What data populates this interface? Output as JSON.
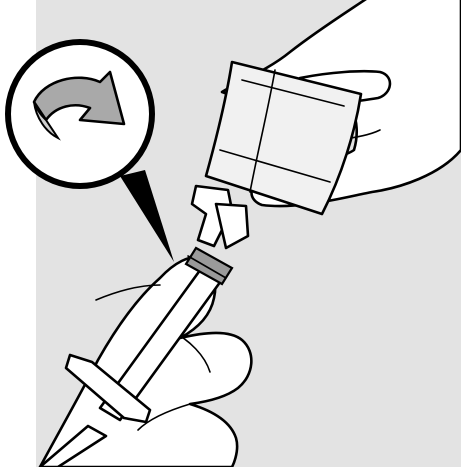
{
  "figure": {
    "colors": {
      "background_panel": "#e3e3e3",
      "outline": "#000000",
      "glove": "#ffffff",
      "cap_cover": "#f1f1f1",
      "arrow": "#a9a9a9",
      "syringe_collar": "#9a9a9a"
    },
    "icons": [
      "twist-cap-arrow-icon",
      "left-hand",
      "right-hand",
      "prefilled-syringe",
      "needle-cap",
      "callout-circle"
    ]
  }
}
